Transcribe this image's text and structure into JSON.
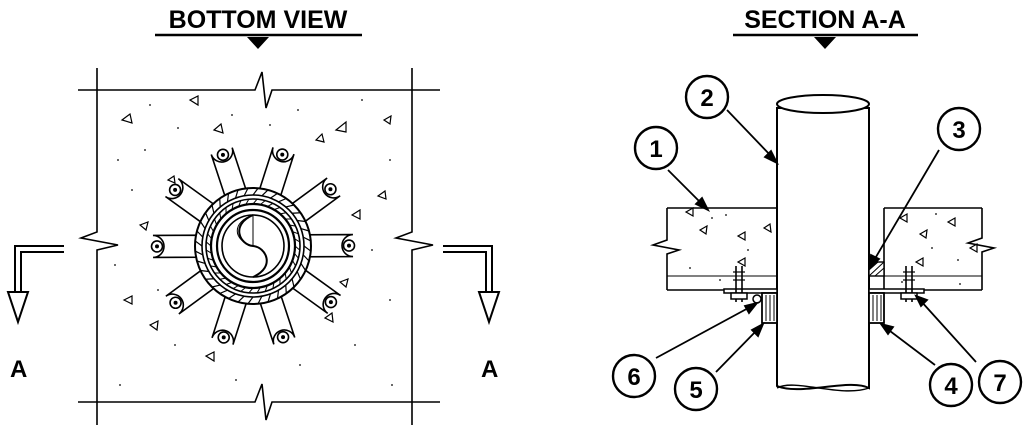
{
  "views": {
    "bottom": {
      "title": "BOTTOM VIEW"
    },
    "section": {
      "title": "SECTION A-A"
    }
  },
  "section_markers": {
    "left": "A",
    "right": "A"
  },
  "callouts": [
    "1",
    "2",
    "3",
    "4",
    "5",
    "6",
    "7"
  ],
  "colors": {
    "line": "#000000",
    "background": "#ffffff",
    "hatch": "#000000"
  }
}
